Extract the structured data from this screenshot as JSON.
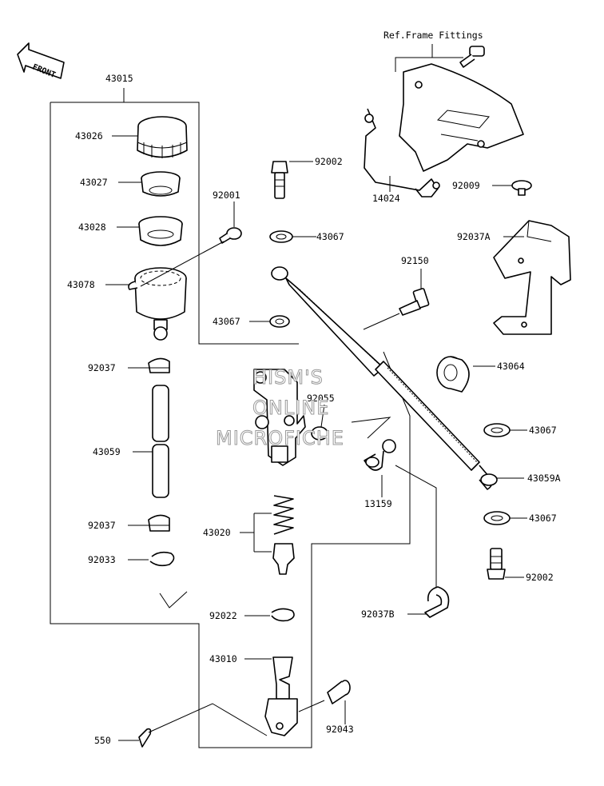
{
  "front_label": "FRONT",
  "ref_note": "Ref.Frame Fittings",
  "watermark": [
    "HISM'S",
    "ONLINE",
    "MICROFICHE"
  ],
  "parts": {
    "p43015": "43015",
    "p43026": "43026",
    "p43027": "43027",
    "p43028": "43028",
    "p43078": "43078",
    "p92037_a": "92037",
    "p43059": "43059",
    "p92037_b": "92037",
    "p92033": "92033",
    "p92001": "92001",
    "p92002_a": "92002",
    "p43067_a": "43067",
    "p43067_b": "43067",
    "p92150": "92150",
    "p92055": "92055",
    "p43020": "43020",
    "p92022": "92022",
    "p43010": "43010",
    "p550": "550",
    "p92043": "92043",
    "p14024": "14024",
    "p92009": "92009",
    "p92037A": "92037A",
    "p43064": "43064",
    "p43067_c": "43067",
    "p43059A": "43059A",
    "p13159": "13159",
    "p43067_d": "43067",
    "p92002_b": "92002",
    "p92037B": "92037B"
  }
}
